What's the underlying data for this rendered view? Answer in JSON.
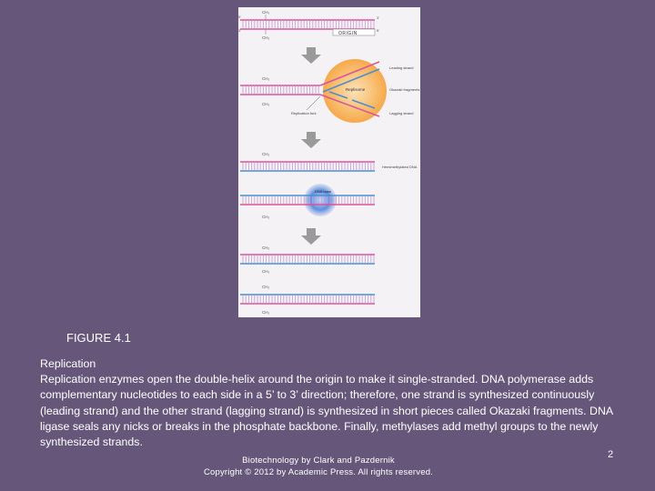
{
  "figure": {
    "caption": "FIGURE 4.1",
    "labels": {
      "origin": "ORIGIN",
      "ch3": "CH₃",
      "five_prime": "5'",
      "three_prime": "3'",
      "leading_strand": "Leading strand",
      "lagging_strand": "Lagging strand",
      "replisome": "Replisome",
      "okazaki": "Okazaki fragments",
      "replication_fork": "Replication fork",
      "hemimethylated": "Hemimethylated DNA",
      "dna_base": "DNA base"
    },
    "colors": {
      "strand_pink": "#d9559a",
      "strand_blue": "#4a8fd0",
      "rung": "#c9a3d6",
      "replisome": "#f7b35a",
      "arrow": "#9a9a9a",
      "protein": "#4f7fd8"
    }
  },
  "text": {
    "heading": "Replication",
    "paragraph": "Replication enzymes open the double-helix around the origin to make it single-stranded. DNA polymerase adds complementary nucleotides to each side in a 5’ to 3’ direction; therefore, one strand is synthesized continuously (leading strand) and the other strand (lagging strand) is synthesized in short pieces called Okazaki fragments. DNA ligase seals any nicks or breaks in the phosphate backbone. Finally, methylases add methyl groups to the newly synthesized strands."
  },
  "footer": {
    "credit_line1": "Biotechnology by Clark and Pazdernik",
    "credit_line2": "Copyright © 2012 by Academic Press. All rights reserved.",
    "page_number": "2"
  }
}
